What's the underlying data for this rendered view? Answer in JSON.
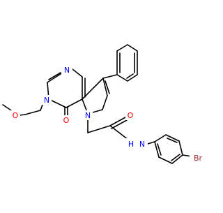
{
  "molecule": {
    "atom_labels": {
      "n1": "N",
      "n3": "N",
      "n5": "N",
      "o_carbonyl": "O",
      "o_ether": "O",
      "o_amide": "O",
      "nh": "N",
      "h_amide": "H",
      "br": "Br"
    }
  },
  "colors": {
    "bond": "#000000",
    "nitrogen": "#0000ff",
    "oxygen": "#ff0000",
    "bromine": "#a52a2a",
    "background": "#ffffff"
  }
}
